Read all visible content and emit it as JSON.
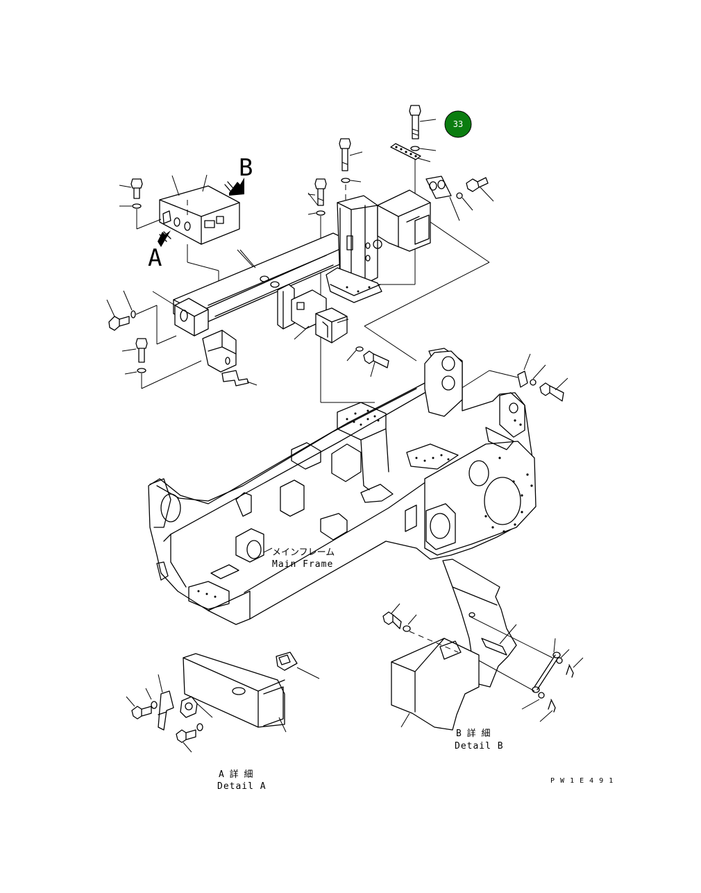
{
  "labels": {
    "view_a": "A",
    "view_b": "B",
    "main_frame_jp": "メインフレーム",
    "main_frame_en": "Main Frame",
    "detail_a_jp": "A 詳 細",
    "detail_a_en": "Detail A",
    "detail_b_jp": "B 詳 細",
    "detail_b_en": "Detail B",
    "drawing_code": "P W 1 E 4 9 1"
  },
  "callouts": [
    {
      "number": "33",
      "color": "#0b7d10",
      "text_color": "#ffffff"
    }
  ],
  "colors": {
    "line": "#000000",
    "background": "#ffffff"
  }
}
